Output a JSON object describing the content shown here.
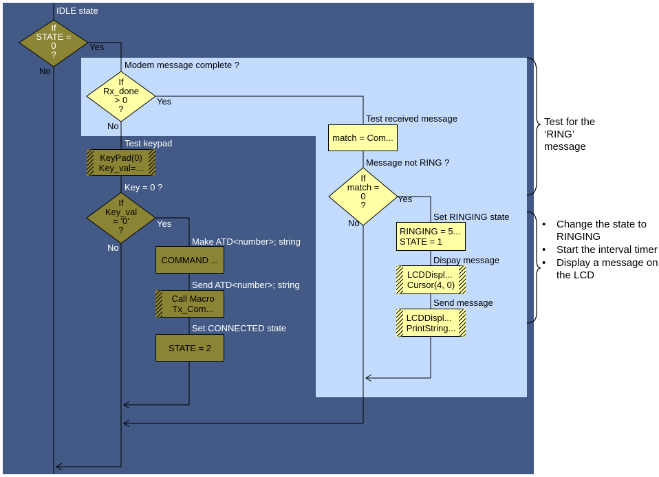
{
  "states": {
    "idle": "IDLE state"
  },
  "decisions": {
    "state_check": {
      "text": "If\nSTATE =\n0\n?",
      "yes": "Yes",
      "no": "No"
    },
    "rx_done": {
      "text": "If\nRx_done\n> 0\n?",
      "yes": "Yes",
      "no": "No"
    },
    "key_val": {
      "text": "If\nKey_val\n= '0'\n?",
      "yes": "Yes",
      "no": "No"
    },
    "match": {
      "text": "If\nmatch =\n0\n?",
      "yes": "Yes",
      "no": "No"
    }
  },
  "captions": {
    "modem_complete": "Modem message complete ?",
    "test_keypad": "Test keypad",
    "key_zero": "Key = 0 ?",
    "make_atd": "Make ATD<number>; string",
    "send_atd": "Send ATD<number>; string",
    "set_connected": "Set CONNECTED state",
    "test_received": "Test received message",
    "not_ring": "Message not RING ?",
    "set_ringing": "Set RINGING state",
    "display_message": "Dispay message",
    "send_message": "Send message"
  },
  "boxes": {
    "keypad": [
      "KeyPad(0)",
      "Key_val=..."
    ],
    "command": "COMMAND ...",
    "call_macro": [
      "Call Macro",
      "Tx_Com..."
    ],
    "state2": "STATE = 2",
    "match_com": "match = Com...",
    "ringing": [
      "RINGING = 5...",
      "STATE = 1"
    ],
    "lcd_cursor": [
      "LCDDispl...",
      "Cursor(4, 0)"
    ],
    "lcd_print": [
      "LCDDispl...",
      "PrintString..."
    ]
  },
  "annotations": {
    "ring_test": [
      "Test for the",
      "‘RING’",
      "message"
    ],
    "ringing_bullets": [
      "Change the state to RINGING",
      "Start the interval timer",
      "Display a message on the LCD"
    ]
  },
  "colors": {
    "background_dark": "#425a85",
    "highlight": "#c3dbff",
    "icon_dark": "#8b8435",
    "icon_light": "#ffffa6"
  }
}
